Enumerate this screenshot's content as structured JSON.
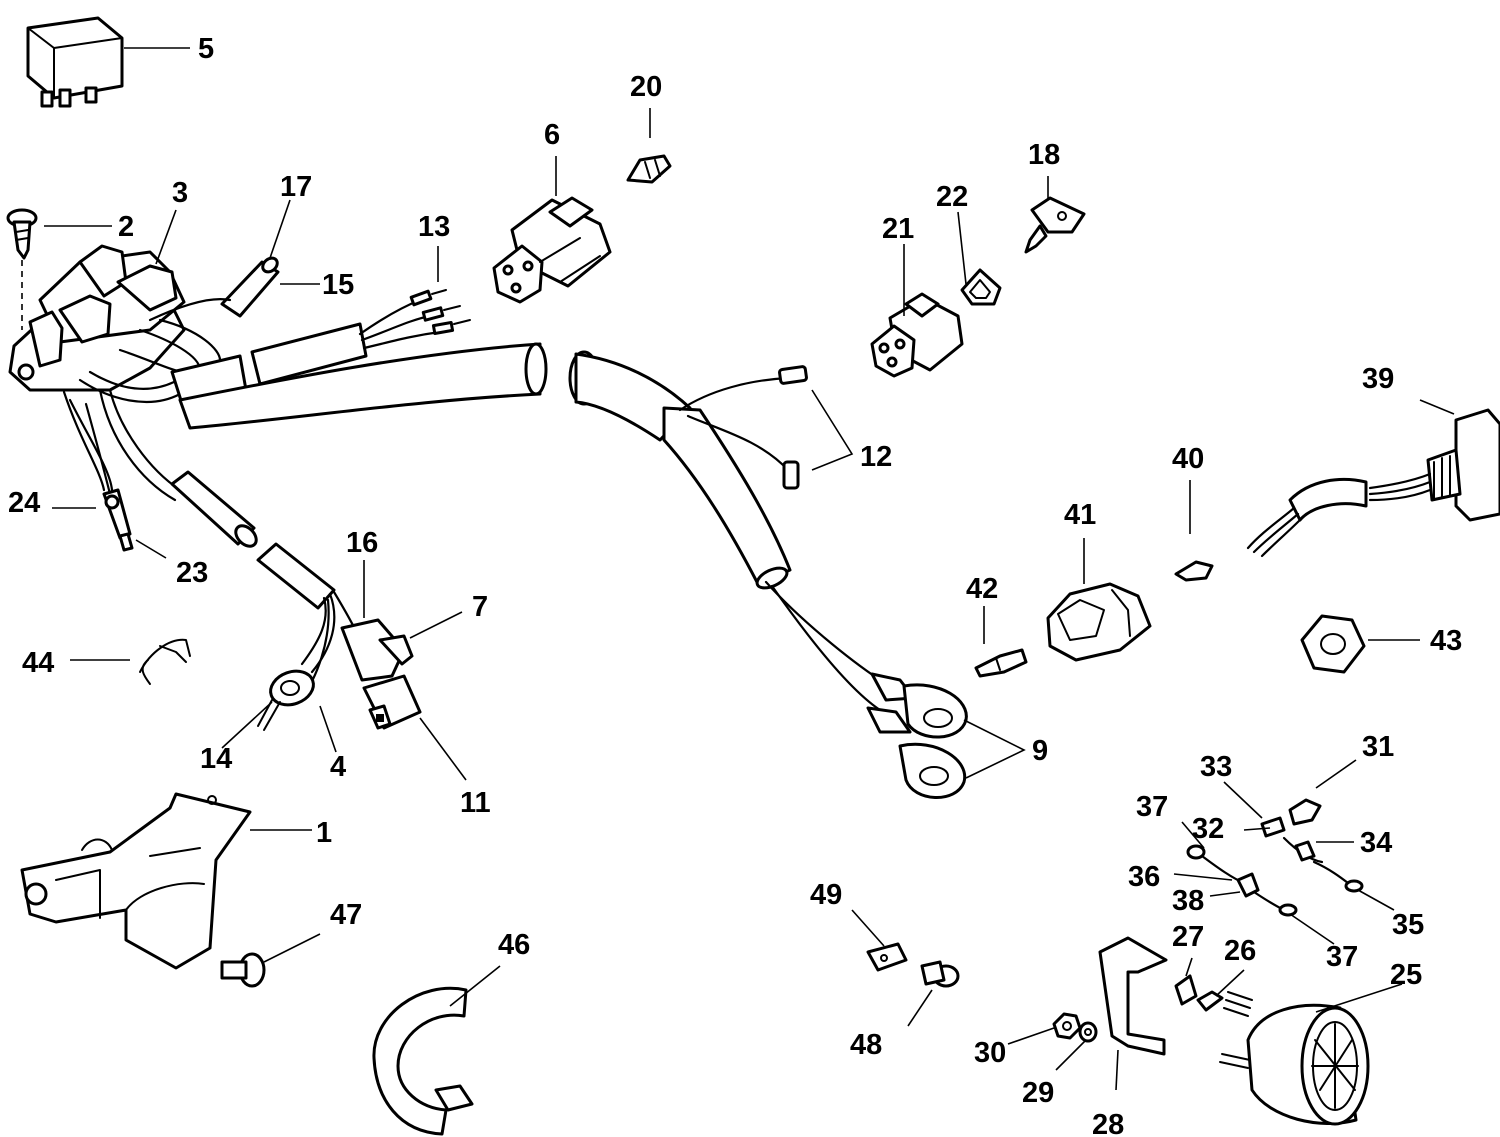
{
  "callouts": [
    {
      "id": "c1",
      "text": "1"
    },
    {
      "id": "c2",
      "text": "2"
    },
    {
      "id": "c3",
      "text": "3"
    },
    {
      "id": "c4",
      "text": "4"
    },
    {
      "id": "c5",
      "text": "5"
    },
    {
      "id": "c6",
      "text": "6"
    },
    {
      "id": "c7",
      "text": "7"
    },
    {
      "id": "c9",
      "text": "9"
    },
    {
      "id": "c11",
      "text": "11"
    },
    {
      "id": "c12",
      "text": "12"
    },
    {
      "id": "c13",
      "text": "13"
    },
    {
      "id": "c14",
      "text": "14"
    },
    {
      "id": "c15",
      "text": "15"
    },
    {
      "id": "c16",
      "text": "16"
    },
    {
      "id": "c17",
      "text": "17"
    },
    {
      "id": "c18",
      "text": "18"
    },
    {
      "id": "c20",
      "text": "20"
    },
    {
      "id": "c21",
      "text": "21"
    },
    {
      "id": "c22",
      "text": "22"
    },
    {
      "id": "c23",
      "text": "23"
    },
    {
      "id": "c24",
      "text": "24"
    },
    {
      "id": "c25",
      "text": "25"
    },
    {
      "id": "c26",
      "text": "26"
    },
    {
      "id": "c27",
      "text": "27"
    },
    {
      "id": "c28",
      "text": "28"
    },
    {
      "id": "c29",
      "text": "29"
    },
    {
      "id": "c30",
      "text": "30"
    },
    {
      "id": "c31",
      "text": "31"
    },
    {
      "id": "c32",
      "text": "32"
    },
    {
      "id": "c33",
      "text": "33"
    },
    {
      "id": "c34",
      "text": "34"
    },
    {
      "id": "c35",
      "text": "35"
    },
    {
      "id": "c36",
      "text": "36"
    },
    {
      "id": "c37a",
      "text": "37"
    },
    {
      "id": "c37b",
      "text": "37"
    },
    {
      "id": "c38",
      "text": "38"
    },
    {
      "id": "c39",
      "text": "39"
    },
    {
      "id": "c40",
      "text": "40"
    },
    {
      "id": "c41",
      "text": "41"
    },
    {
      "id": "c42",
      "text": "42"
    },
    {
      "id": "c43",
      "text": "43"
    },
    {
      "id": "c44",
      "text": "44"
    },
    {
      "id": "c46",
      "text": "46"
    },
    {
      "id": "c47",
      "text": "47"
    },
    {
      "id": "c48",
      "text": "48"
    },
    {
      "id": "c49",
      "text": "49"
    }
  ]
}
